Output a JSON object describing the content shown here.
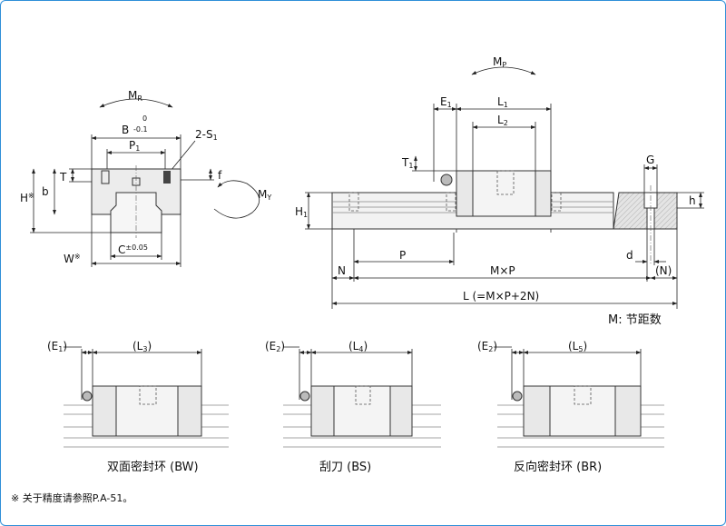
{
  "section_view": {
    "moment_roll": "M",
    "moment_roll_sub": "R",
    "width_B": "B",
    "tol_upper": "0",
    "tol_lower": "-0.1",
    "pitch_P": "P",
    "pitch_P_sub": "1",
    "bolt": "2-S",
    "bolt_sub": "1",
    "height_H": "H",
    "height_H_mark": "※",
    "T": "T",
    "b": "b",
    "f": "f",
    "width_W": "W",
    "width_W_mark": "※",
    "C": "C",
    "C_tol": "±0.05",
    "moment_yaw": "M",
    "moment_yaw_sub": "Y"
  },
  "side_view": {
    "moment_pitch": "M",
    "moment_pitch_sub": "P",
    "E": "E",
    "E_sub": "1",
    "L1": "L",
    "L1_sub": "1",
    "L2": "L",
    "L2_sub": "2",
    "T1": "T",
    "T1_sub": "1",
    "H1": "H",
    "H1_sub": "1",
    "G": "G",
    "h": "h",
    "P": "P",
    "d": "d",
    "N": "N",
    "MxP": "M×P",
    "N_paren": "(N)",
    "L_total": "L (=M×P+2N)",
    "legend": "M: 节距数"
  },
  "variants": [
    {
      "e_label": "(E",
      "e_sub": "1",
      "l_label": "(L",
      "l_sub": "3",
      "close": ")",
      "caption": "双面密封环 (BW)"
    },
    {
      "e_label": "(E",
      "e_sub": "2",
      "l_label": "(L",
      "l_sub": "4",
      "close": ")",
      "caption": "刮刀 (BS)"
    },
    {
      "e_label": "(E",
      "e_sub": "2",
      "l_label": "(L",
      "l_sub": "5",
      "close": ")",
      "caption": "反向密封环 (BR)"
    }
  ],
  "footnote": "※ 关于精度请参照P.A-51。",
  "colors": {
    "frame": "#2f8fd8",
    "part_fill": "#ececec",
    "rail_hatch": "#bdbdbd"
  }
}
